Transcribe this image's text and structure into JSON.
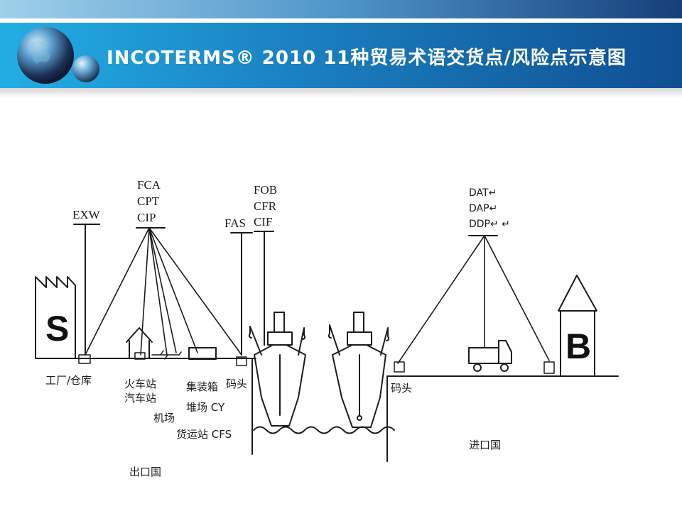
{
  "header": {
    "title": "INCOTERMS® 2010 11种贸易术语交货点/风险点示意图"
  },
  "diagram": {
    "terms": {
      "exw": "EXW",
      "fca": "FCA",
      "cpt": "CPT",
      "cip": "CIP",
      "fas": "FAS",
      "fob": "FOB",
      "cfr": "CFR",
      "cif": "CIF",
      "dat": "DAT↵",
      "dap": "DAP↵",
      "ddp": "DDP↵ ↵"
    },
    "buildings": {
      "seller": "S",
      "buyer": "B"
    },
    "places": {
      "factory": "工厂/仓库",
      "railway": "火车站",
      "bus": "汽车站",
      "airport": "机场",
      "container": "集装箱",
      "yard": "堆场 CY",
      "freight": "货运站 CFS",
      "wharf_export": "码头",
      "wharf_import": "码头",
      "export_country": "出口国",
      "import_country": "进口国"
    }
  }
}
